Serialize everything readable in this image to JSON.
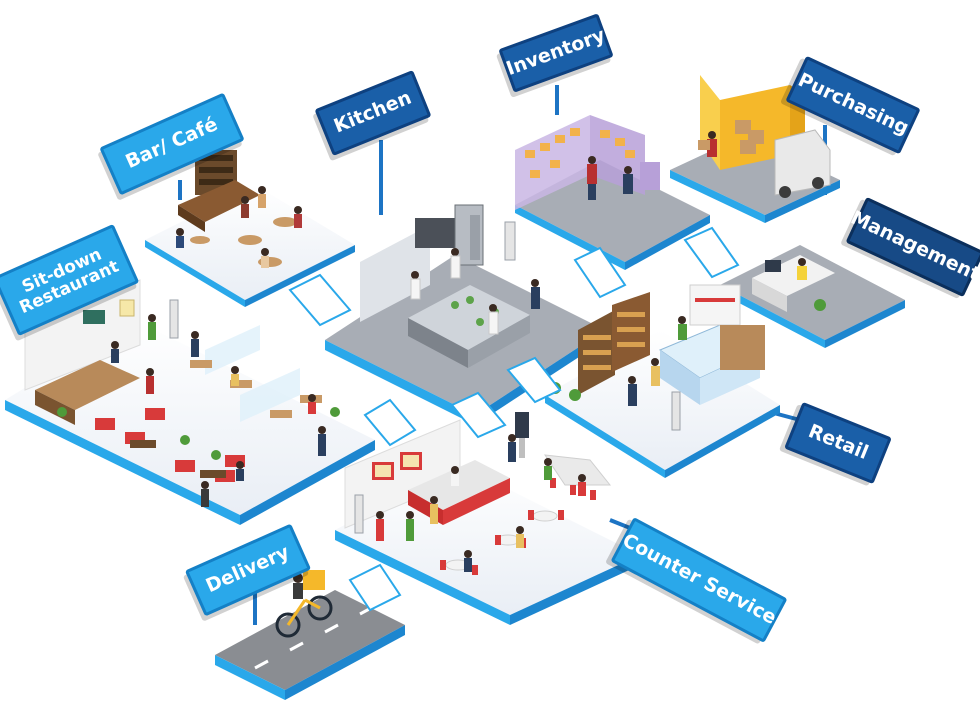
{
  "areas": {
    "bar_cafe": {
      "label": "Bar/ Café"
    },
    "kitchen": {
      "label": "Kitchen"
    },
    "inventory": {
      "label": "Inventory"
    },
    "purchasing": {
      "label": "Purchasing"
    },
    "management": {
      "label": "Management"
    },
    "sit_down_restaurant": {
      "line1": "Sit-down",
      "line2": "Restaurant"
    },
    "retail": {
      "label": "Retail"
    },
    "counter_service": {
      "label": "Counter Service"
    },
    "delivery": {
      "label": "Delivery"
    }
  },
  "colors": {
    "sign_light": "#2aa8ea",
    "sign_dark": "#1a5fa8",
    "platform_floor": "#f4f7fb",
    "platform_edge": "#2aa8ea",
    "gray_floor": "#7b8089",
    "road": "#8a8d92"
  }
}
